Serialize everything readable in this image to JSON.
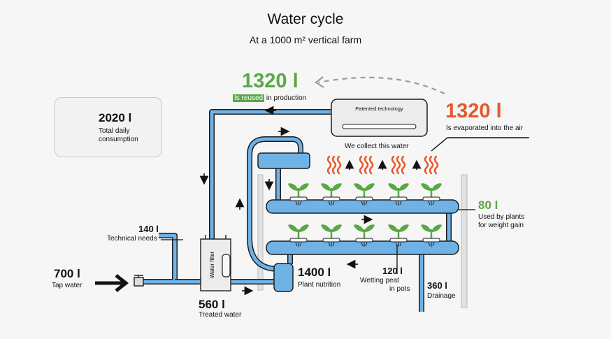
{
  "title": "Water cycle",
  "subtitle": "At a 1000 m² vertical farm",
  "daily": {
    "amount": "2020 l",
    "label_line1": "Total daily",
    "label_line2": "consumption"
  },
  "reused": {
    "amount": "1320 l",
    "highlight": "Is reused",
    "rest": " in production"
  },
  "evaporated": {
    "amount": "1320 l",
    "label": "Is evaporated into the air"
  },
  "device": {
    "label": "Patented technology",
    "caption": "We collect this water"
  },
  "plants_used": {
    "amount": "80 l",
    "line1": "Used by plants",
    "line2": "for weight gain"
  },
  "technical": {
    "amount": "140 l",
    "label": "Technical needs"
  },
  "tap": {
    "amount": "700 l",
    "label": "Tap water"
  },
  "treated": {
    "amount": "560 l",
    "label": "Treated water"
  },
  "nutrition": {
    "amount": "1400 l",
    "label": "Plant nutrition"
  },
  "peat": {
    "amount": "120 l",
    "line1": "Wetting peat",
    "line2": "in pots"
  },
  "drainage": {
    "amount": "360 l",
    "label": "Drainage"
  },
  "filter": {
    "label": "Water filter"
  },
  "colors": {
    "pipe": "#6fb2e6",
    "pipe_outline": "#1c1c1c",
    "green": "#5aa845",
    "orange": "#e8562b",
    "drop": "#4aa7ea"
  },
  "icons": [
    "water-drop-icon",
    "plant-icon",
    "heat-wave-icon",
    "arrow-icon",
    "tap-icon"
  ]
}
